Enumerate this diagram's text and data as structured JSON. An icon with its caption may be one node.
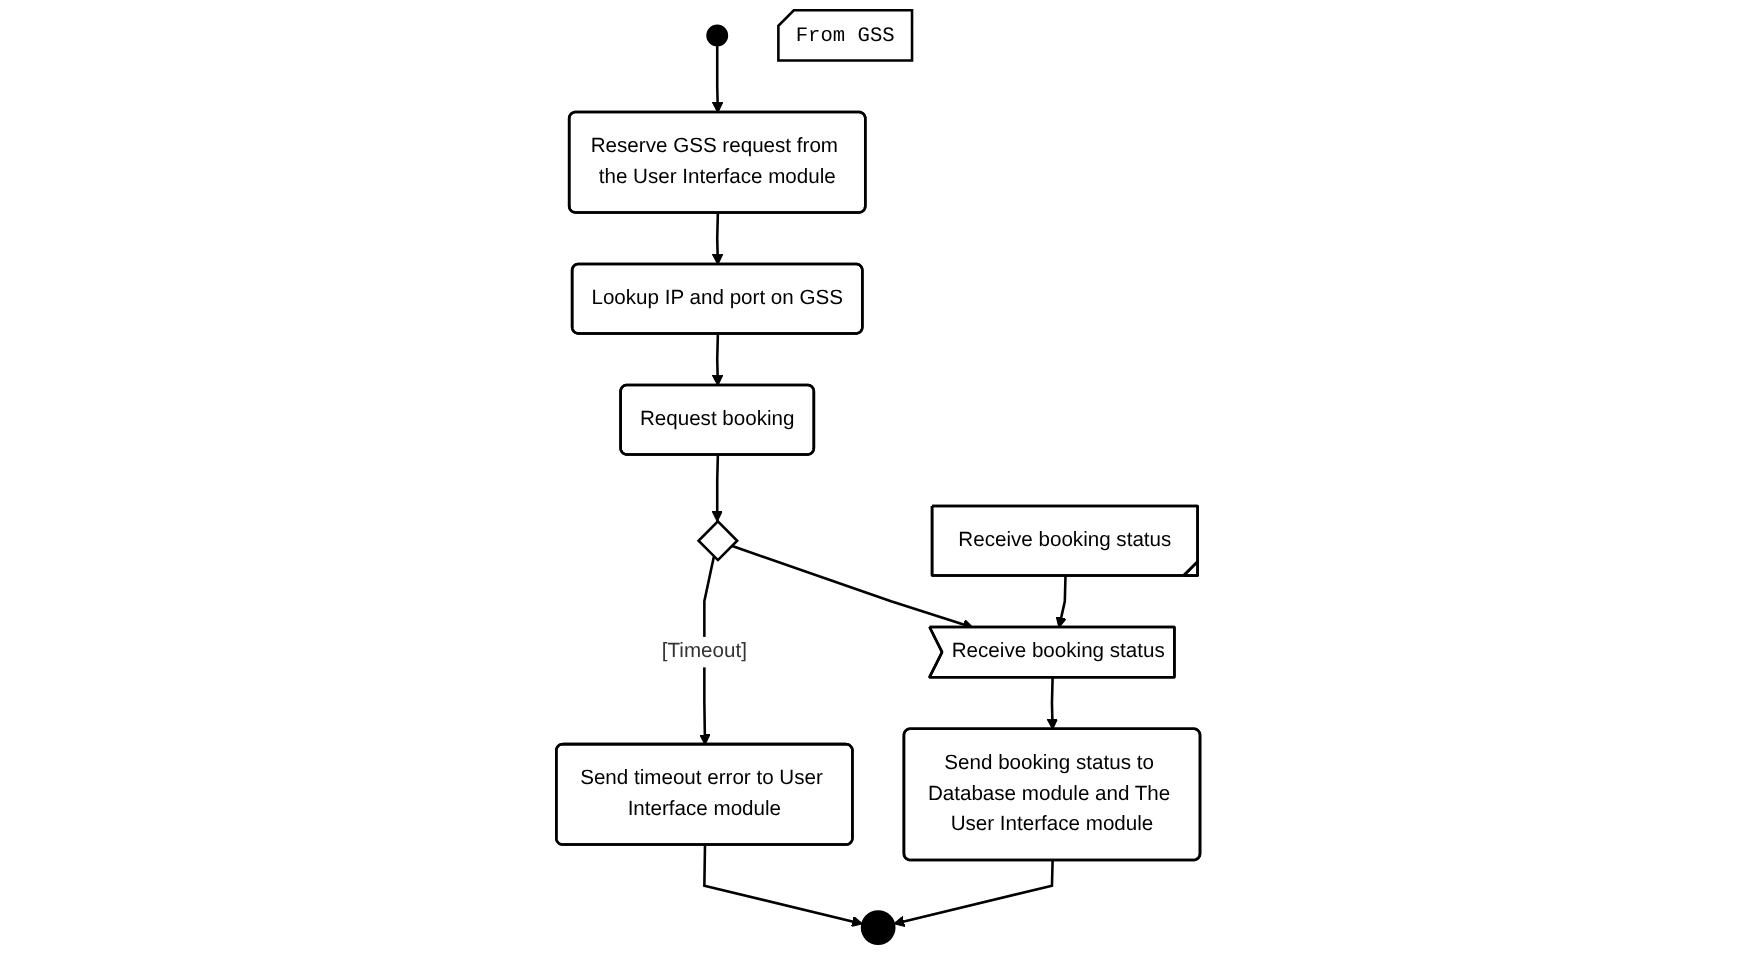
{
  "diagram": {
    "nodes": [
      {
        "text": [],
        "shape": "circle"
      },
      {
        "text": [
          "Reserve GSS request from the User Interface module"
        ]
      },
      {
        "text": [
          "Lookup IP and port on GSS"
        ]
      },
      {
        "text": [
          "Request booking"
        ]
      },
      {
        "text": [],
        "shape": "diamond"
      },
      {
        "text": [
          "Send timeout error to User Interface module"
        ]
      },
      {
        "text": [
          "From GSS"
        ]
      },
      {
        "text": [
          "Receive  booking status"
        ]
      },
      {
        "text": [
          "Receive booking status"
        ]
      },
      {
        "text": [
          "Send booking status to Database module and The User Interface module"
        ]
      },
      {
        "text": [],
        "shape": "circle"
      }
    ],
    "edges": [
      {
        "from": 0,
        "to": 1,
        "arrow": "to"
      },
      {
        "from": 1,
        "to": 2,
        "arrow": "to"
      },
      {
        "from": 2,
        "to": 3,
        "arrow": "to"
      },
      {
        "from": 3,
        "to": 4,
        "arrow": "to"
      },
      {
        "from": 4,
        "to": 5,
        "label": "[Timeout]",
        "arrow": "to"
      },
      {
        "from": 4,
        "to": 8,
        "arrow": "to"
      },
      {
        "from": 7,
        "to": 8,
        "arrow": "to"
      },
      {
        "from": 8,
        "to": 9,
        "arrow": "to"
      },
      {
        "from": 5,
        "to": 10,
        "arrow": "to"
      },
      {
        "from": 9,
        "to": 10,
        "arrow": "to"
      }
    ]
  }
}
